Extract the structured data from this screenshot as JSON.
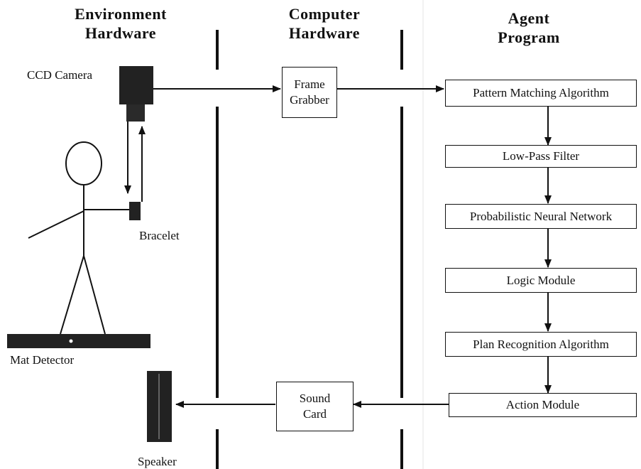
{
  "columns": {
    "environment": [
      "Environment",
      "Hardware"
    ],
    "computer": [
      "Computer",
      "Hardware"
    ],
    "agent": [
      "Agent",
      "Program"
    ]
  },
  "environment": {
    "camera_label": "CCD Camera",
    "bracelet_label": "Bracelet",
    "mat_label": "Mat Detector",
    "speaker_label": "Speaker"
  },
  "computer": {
    "frame_grabber": [
      "Frame",
      "Grabber"
    ],
    "sound_card": [
      "Sound",
      "Card"
    ]
  },
  "agent_modules": [
    "Pattern Matching Algorithm",
    "Low-Pass Filter",
    "Probabilistic Neural Network",
    "Logic Module",
    "Plan Recognition Algorithm",
    "Action Module"
  ]
}
